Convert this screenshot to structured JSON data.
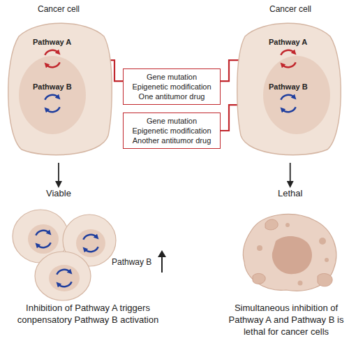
{
  "diagram": {
    "nodes": [
      {
        "text": [
          "Cancer cell"
        ]
      },
      {
        "text": [
          "Pathway A"
        ],
        "in": 0
      },
      {
        "text": [
          "Pathway B"
        ],
        "in": 0
      },
      {
        "text": [
          "Cancer cell"
        ]
      },
      {
        "text": [
          "Pathway A"
        ],
        "in": 3
      },
      {
        "text": [
          "Pathway B"
        ],
        "in": 3
      },
      {
        "text": [
          "Gene mutation",
          "Epigenetic modification",
          "One antitumor drug"
        ]
      },
      {
        "text": [
          "Gene mutation",
          "Epigenetic modification",
          "Another antitumor drug"
        ]
      },
      {
        "text": [
          "Viable"
        ]
      },
      {
        "text": [
          "Lethal"
        ]
      }
    ],
    "edges": [
      {
        "from": 6,
        "to": 1,
        "arrow": "to"
      },
      {
        "from": 6,
        "to": 4,
        "arrow": "to"
      },
      {
        "from": 7,
        "to": 5,
        "arrow": "to"
      },
      {
        "from": 0,
        "to": 8,
        "arrow": "to"
      },
      {
        "from": 3,
        "to": 9,
        "arrow": "to"
      }
    ],
    "labels": [
      "Pathway B",
      "Inhibition of Pathway A triggers conpensatory Pathway B activation",
      "Simultaneous inhibition of Pathway A and Pathway B is lethal for cancer cells"
    ]
  }
}
